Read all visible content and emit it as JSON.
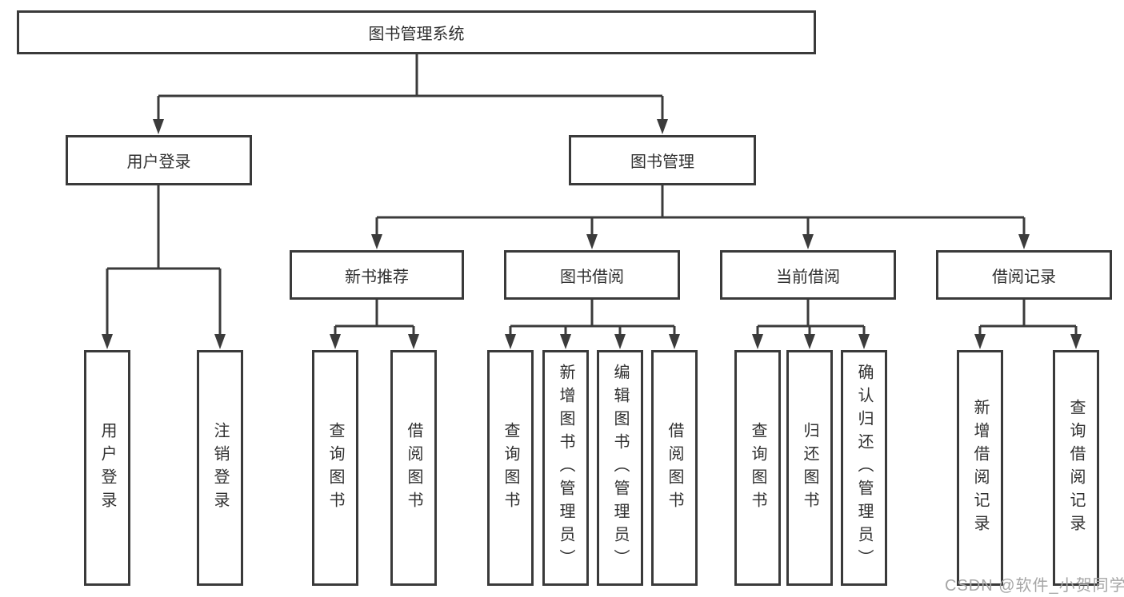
{
  "diagram": {
    "nodes": {
      "root": "图书管理系统",
      "user_login": "用户登录",
      "book_mgmt": "图书管理",
      "new_rec": "新书推荐",
      "book_borrow": "图书借阅",
      "current_borrow": "当前借阅",
      "borrow_records": "借阅记录",
      "leaf_user_login": "用户登录",
      "leaf_logout": "注销登录",
      "leaf_query_1": "查询图书",
      "leaf_borrow_1": "借阅图书",
      "leaf_query_2": "查询图书",
      "leaf_add_book": "新增图书（管理员）",
      "leaf_edit_book": "编辑图书（管理员）",
      "leaf_borrow_2": "借阅图书",
      "leaf_query_3": "查询图书",
      "leaf_return": "归还图书",
      "leaf_confirm_return": "确认归还（管理员）",
      "leaf_add_record": "新增借阅记录",
      "leaf_query_record": "查询借阅记录"
    },
    "colors": {
      "line": "#3b3b3b",
      "border": "#3a3a3a",
      "text": "#303030",
      "watermark": "#a6a6a6"
    },
    "watermark": "CSDN @软件_小贺同学"
  }
}
